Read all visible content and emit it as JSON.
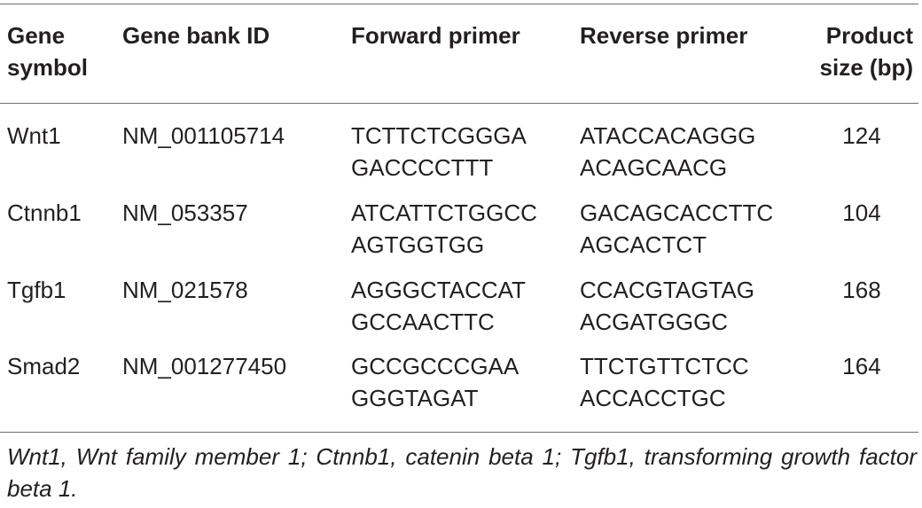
{
  "table": {
    "headers": {
      "gene_symbol": "Gene\nsymbol",
      "gene_bank_id": "Gene bank ID",
      "forward_primer": "Forward primer",
      "reverse_primer": "Reverse primer",
      "product_size": "Product\nsize (bp)"
    },
    "rows": [
      {
        "gene_symbol": "Wnt1",
        "gene_bank_id": "NM_001105714",
        "forward_primer": "TCTTCTCGGGA\nGACCCCTTT",
        "reverse_primer": "ATACCACAGGG\nACAGCAACG",
        "product_size": "124"
      },
      {
        "gene_symbol": "Ctnnb1",
        "gene_bank_id": "NM_053357",
        "forward_primer": "ATCATTCTGGCC\nAGTGGTGG",
        "reverse_primer": "GACAGCACCTTC\nAGCACTCT",
        "product_size": "104"
      },
      {
        "gene_symbol": "Tgfb1",
        "gene_bank_id": "NM_021578",
        "forward_primer": "AGGGCTACCAT\nGCCAACTTC",
        "reverse_primer": "CCACGTAGTAG\nACGATGGGC",
        "product_size": "168"
      },
      {
        "gene_symbol": "Smad2",
        "gene_bank_id": "NM_001277450",
        "forward_primer": "GCCGCCCGAA\nGGGTAGAT",
        "reverse_primer": "TTCTGTTCTCC\nACCACCTGC",
        "product_size": "164"
      }
    ],
    "footnote": "Wnt1, Wnt family member 1; Ctnnb1, catenin beta 1; Tgfb1, transforming growth factor beta 1."
  }
}
